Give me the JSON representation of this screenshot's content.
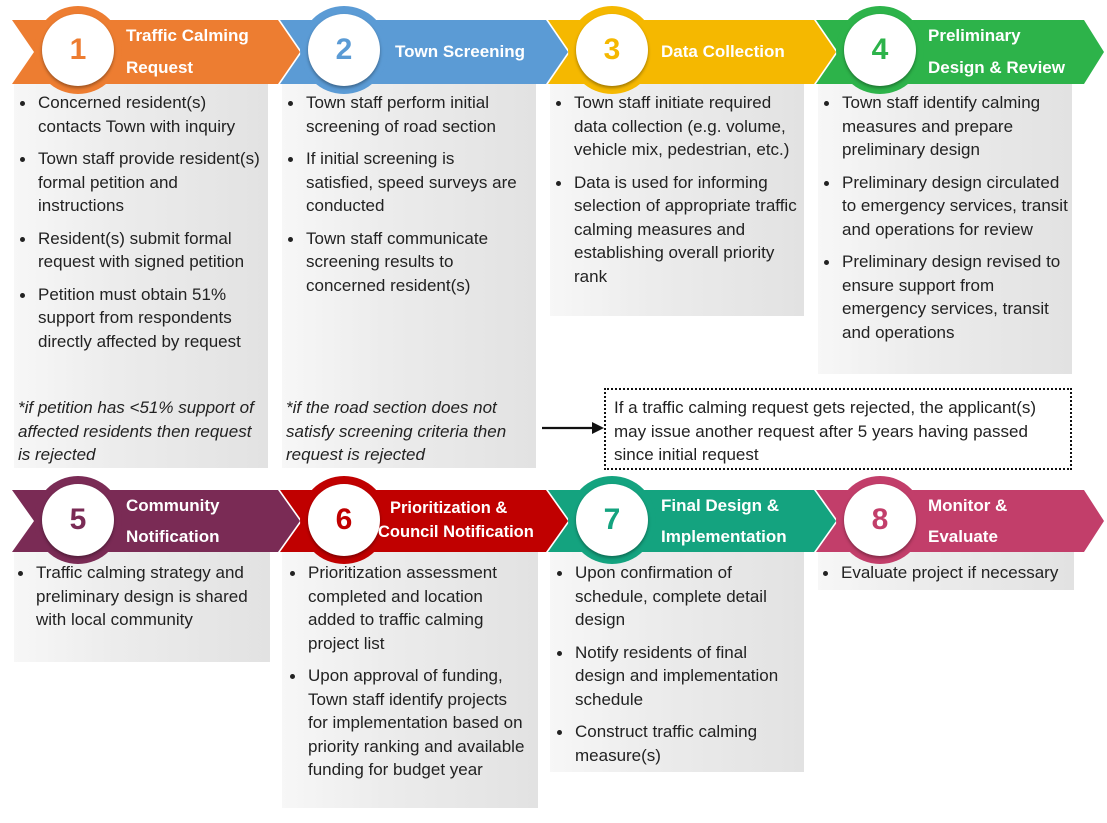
{
  "colors": {
    "step1": "#ed7d31",
    "step2": "#5b9bd5",
    "step3": "#f5b800",
    "step4": "#2db34a",
    "step5": "#7a2b55",
    "step6": "#c00000",
    "step7": "#14a37f",
    "step8": "#c23e6a"
  },
  "steps": [
    {
      "number": "1",
      "title_lines": [
        "Traffic Calming",
        "Request"
      ],
      "bullets": [
        "Concerned resident(s) contacts Town with inquiry",
        "Town staff provide resident(s) formal petition and instructions",
        "Resident(s) submit formal request with signed petition",
        "Petition must obtain 51% support from respondents directly affected by request"
      ],
      "note": "*if petition has <51% support of affected residents then request is rejected"
    },
    {
      "number": "2",
      "title_lines": [
        "Town Screening"
      ],
      "bullets": [
        "Town staff perform initial screening of road section",
        "If initial screening is satisfied, speed surveys are conducted",
        "Town staff communicate screening results to concerned resident(s)"
      ],
      "note": "*if the road section does not satisfy screening criteria then request is rejected"
    },
    {
      "number": "3",
      "title_lines": [
        "Data Collection"
      ],
      "bullets": [
        "Town staff initiate required data collection (e.g. volume, vehicle mix, pedestrian, etc.)",
        "Data is used for informing selection of appropriate traffic calming measures and establishing overall priority rank"
      ]
    },
    {
      "number": "4",
      "title_lines": [
        "Preliminary",
        "Design & Review"
      ],
      "bullets": [
        "Town staff identify calming measures and prepare preliminary design",
        "Preliminary design circulated to emergency services, transit and operations for review",
        "Preliminary design revised to ensure support from emergency services, transit and operations"
      ]
    },
    {
      "number": "5",
      "title_lines": [
        "Community",
        "Notification"
      ],
      "bullets": [
        "Traffic calming strategy and preliminary design is shared with local community"
      ]
    },
    {
      "number": "6",
      "title_lines": [
        "Prioritization &",
        "Council Notification"
      ],
      "bullets": [
        "Prioritization assessment completed and location added to traffic calming project list",
        "Upon approval of funding, Town staff identify projects for implementation based on  priority ranking and available funding for budget year"
      ]
    },
    {
      "number": "7",
      "title_lines": [
        "Final Design &",
        "Implementation"
      ],
      "bullets": [
        "Upon confirmation of schedule, complete detail design",
        "Notify residents of final design and implementation schedule",
        "Construct traffic calming measure(s)"
      ]
    },
    {
      "number": "8",
      "title_lines": [
        "Monitor &",
        "Evaluate"
      ],
      "bullets": [
        "Evaluate project if necessary"
      ]
    }
  ],
  "callout": "If a traffic calming request gets rejected, the applicant(s) may issue another request after 5 years having passed since initial request"
}
